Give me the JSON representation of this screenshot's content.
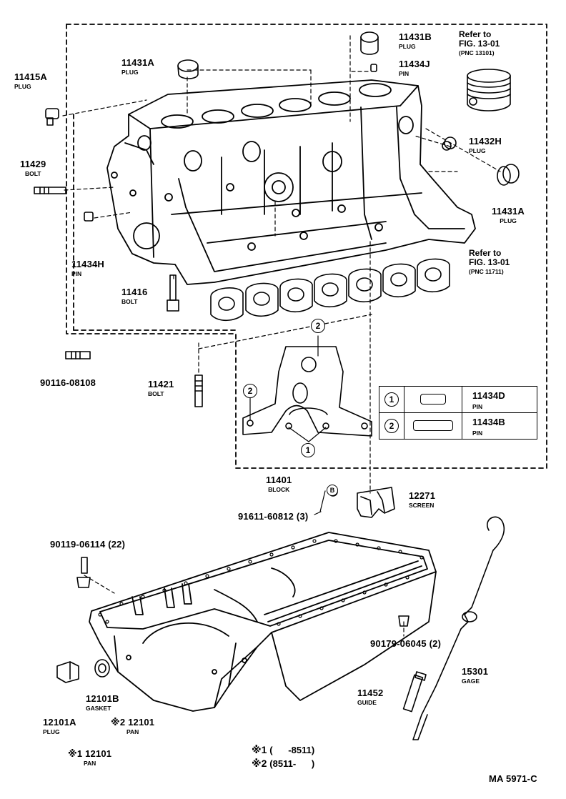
{
  "parts": {
    "p11431B": {
      "pn": "11431B",
      "name": "PLUG"
    },
    "p11434J": {
      "pn": "11434J",
      "name": "PIN"
    },
    "p11431A_top": {
      "pn": "11431A",
      "name": "PLUG"
    },
    "p11415A": {
      "pn": "11415A",
      "name": "PLUG"
    },
    "p11429": {
      "pn": "11429",
      "name": "BOLT"
    },
    "p11432H": {
      "pn": "11432H",
      "name": "PLUG"
    },
    "p11431A_right": {
      "pn": "11431A",
      "name": "PLUG"
    },
    "p11434H": {
      "pn": "11434H",
      "name": "PIN"
    },
    "p11416": {
      "pn": "11416",
      "name": "BOLT"
    },
    "p90116": {
      "pn": "90116-08108"
    },
    "p11421": {
      "pn": "11421",
      "name": "BOLT"
    },
    "p11401": {
      "pn": "11401",
      "name": "BLOCK"
    },
    "p91611": {
      "pn": "91611-60812 (3)"
    },
    "p12271": {
      "pn": "12271",
      "name": "SCREEN"
    },
    "p90119": {
      "pn": "90119-06114 (22)"
    },
    "p90179": {
      "pn": "90179-06045 (2)"
    },
    "p15301": {
      "pn": "15301",
      "name": "GAGE"
    },
    "p11452": {
      "pn": "11452",
      "name": "GUIDE"
    },
    "p12101B": {
      "pn": "12101B",
      "name": "GASKET"
    },
    "p12101A": {
      "pn": "12101A",
      "name": "PLUG"
    },
    "p12101_k2": {
      "pn": "※2 12101",
      "name": "PAN"
    },
    "p12101_k1": {
      "pn": "※1 12101",
      "name": "PAN"
    }
  },
  "refs": {
    "ref_top": {
      "line1": "Refer to",
      "line2": "FIG. 13-01",
      "pnc": "(PNC 13101)"
    },
    "ref_mid": {
      "line1": "Refer to",
      "line2": "FIG. 13-01",
      "pnc": "(PNC 11711)"
    }
  },
  "callouts": {
    "one": "1",
    "two": "2",
    "bolt_marker": "B"
  },
  "legend": [
    {
      "num": "1",
      "pn": "11434D",
      "name": "PIN"
    },
    {
      "num": "2",
      "pn": "11434B",
      "name": "PIN"
    }
  ],
  "footnotes": {
    "k1_mark": "※1",
    "k1_text": "(      -8511)",
    "k2_mark": "※2",
    "k2_text": "(8511-      )"
  },
  "diagram_code": "MA 5971-C"
}
